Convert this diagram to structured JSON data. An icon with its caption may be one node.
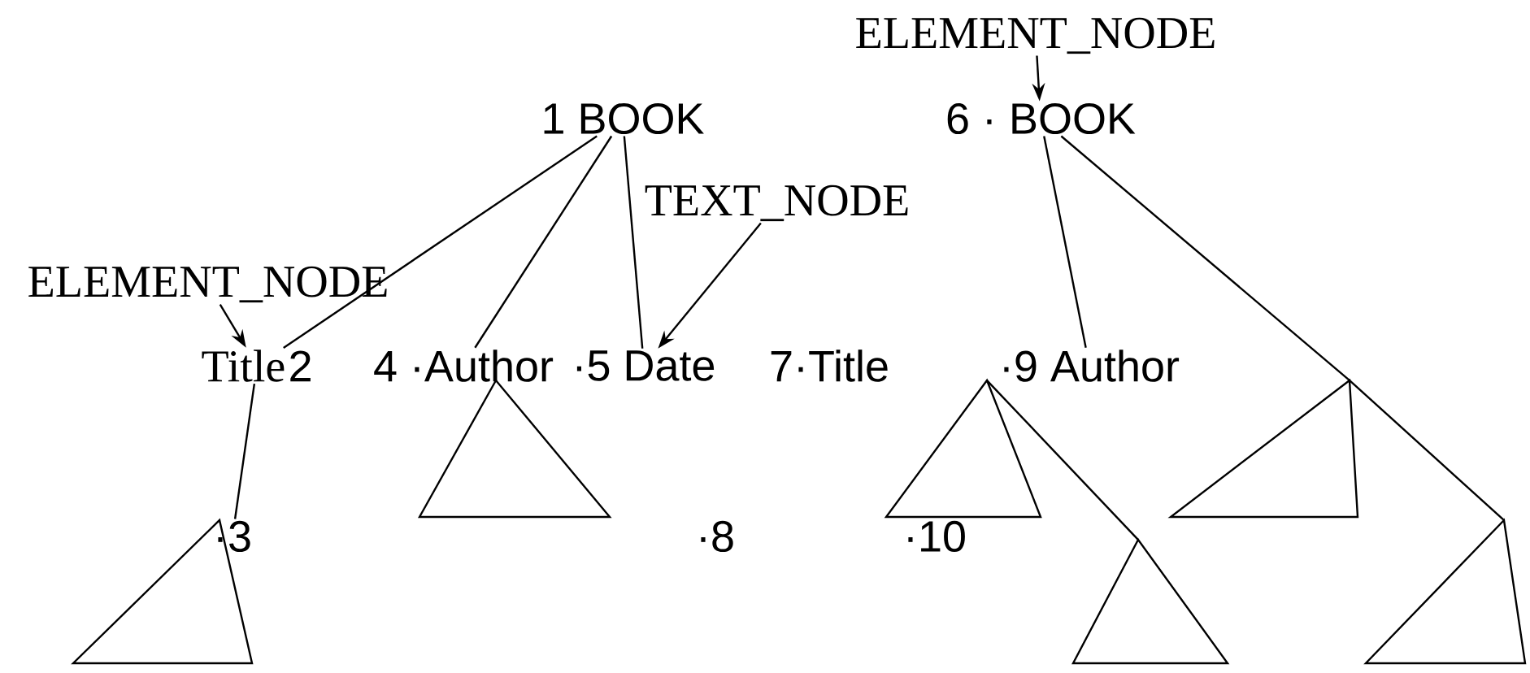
{
  "diagram": {
    "nodes": [
      {
        "text": [
          "1 BOOK"
        ]
      },
      {
        "text": [
          "6 · BOOK"
        ]
      },
      {
        "text": [
          "TEXT_NODE"
        ]
      },
      {
        "text": [
          "ELEMENT_NODE"
        ]
      },
      {
        "text": [
          "ELEMENT_NODE"
        ]
      },
      {
        "text": [
          "Title",
          "2"
        ]
      },
      {
        "text": [
          "4 ·Author"
        ]
      },
      {
        "text": [
          "·5 Date"
        ]
      },
      {
        "text": [
          "7·Title"
        ]
      },
      {
        "text": [
          "·9 Author"
        ]
      },
      {
        "text": [
          "·3"
        ]
      },
      {
        "text": [
          "·8"
        ]
      },
      {
        "text": [
          "·10"
        ]
      },
      {
        "text": [],
        "shape": "triangle"
      },
      {
        "text": [],
        "shape": "triangle"
      },
      {
        "text": [],
        "shape": "triangle"
      },
      {
        "text": [],
        "shape": "triangle"
      },
      {
        "text": [],
        "shape": "triangle"
      },
      {
        "text": [],
        "shape": "triangle"
      }
    ],
    "edges": [
      {
        "from": 0,
        "to": 5,
        "arrow": "none"
      },
      {
        "from": 0,
        "to": 6,
        "arrow": "none"
      },
      {
        "from": 0,
        "to": 7,
        "arrow": "none"
      },
      {
        "from": 1,
        "to": 9,
        "arrow": "none"
      },
      {
        "from": 1,
        "to": 15,
        "arrow": "none"
      },
      {
        "from": 5,
        "to": 10,
        "arrow": "none"
      },
      {
        "from": 14,
        "to": 17,
        "arrow": "none"
      },
      {
        "from": 15,
        "to": 18,
        "arrow": "none"
      },
      {
        "from": 3,
        "to": 5,
        "arrow": "to"
      },
      {
        "from": 2,
        "to": 7,
        "arrow": "to"
      },
      {
        "from": 4,
        "to": 1,
        "arrow": "to"
      }
    ]
  }
}
